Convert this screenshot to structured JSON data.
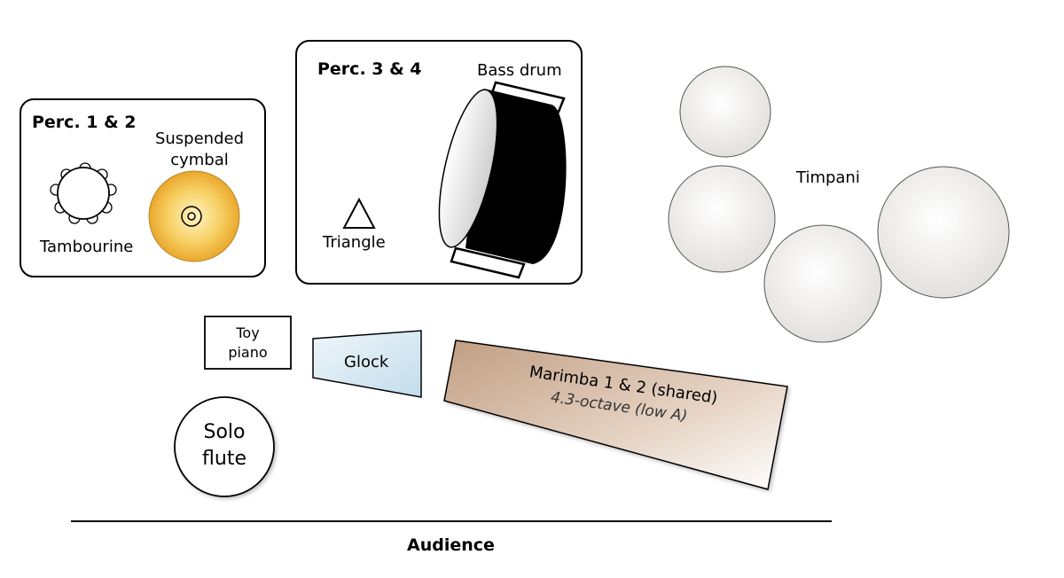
{
  "groups": {
    "perc12": {
      "title": "Perc. 1 & 2",
      "tambourine": "Tambourine",
      "cymbal_line1": "Suspended",
      "cymbal_line2": "cymbal"
    },
    "perc34": {
      "title": "Perc. 3 & 4",
      "bass_drum": "Bass drum",
      "triangle": "Triangle"
    }
  },
  "timpani": {
    "label": "Timpani"
  },
  "toy_piano": {
    "line1": "Toy",
    "line2": "piano"
  },
  "glock": {
    "label": "Glock"
  },
  "marimba": {
    "line1": "Marimba 1 & 2 (shared)",
    "line2": "4.3-octave (low A)"
  },
  "solo_flute": {
    "line1": "Solo",
    "line2": "flute"
  },
  "audience": {
    "label": "Audience"
  },
  "colors": {
    "cymbal_gold": "#f0b93e",
    "glock_blue": "#cfe3ee",
    "marimba_brown": "#c9a88d",
    "timpani_gray": "#e8e6e4"
  }
}
